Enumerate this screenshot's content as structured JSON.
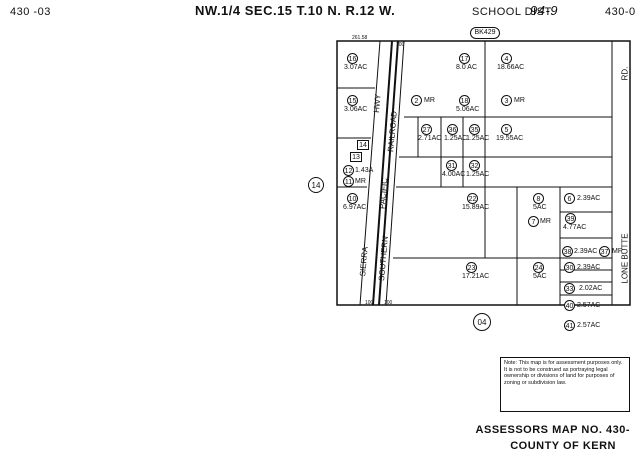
{
  "header": {
    "map_left": "430 -03",
    "title": "NW.1/4 SEC.15 T.10 N. R.12 W.",
    "school_dist_label": "SCHOOL DIST.",
    "school_dist_value": "94-9",
    "map_right": "430-0"
  },
  "book_ref": "BK429",
  "roads": {
    "highway": "HWY",
    "rail_1": "RAILROAD",
    "rail_2": "PACIFIC",
    "rail_3": "SOUTHERN",
    "rail_4": "SIERRA",
    "butte": "LONE BUTTE",
    "rd": "RD."
  },
  "adjacent": {
    "west": "14",
    "south": "04"
  },
  "dimensions": {
    "top_1": "261.58",
    "top_2": "100",
    "bottom_1": "100",
    "bottom_2": "100"
  },
  "parcels": [
    {
      "id": "16",
      "area": "3.07AC"
    },
    {
      "id": "15",
      "area": "3.06AC"
    },
    {
      "id": "14",
      "area": ""
    },
    {
      "id": "13",
      "area": ""
    },
    {
      "id": "12",
      "area": "1.43A"
    },
    {
      "id": "11",
      "area": "MR"
    },
    {
      "id": "10",
      "area": "6.97AC"
    },
    {
      "id": "17",
      "area": "8.0 AC"
    },
    {
      "id": "4",
      "area": "18.66AC"
    },
    {
      "id": "2",
      "area": "MR"
    },
    {
      "id": "18",
      "area": "5.06AC"
    },
    {
      "id": "3",
      "area": "MR"
    },
    {
      "id": "27",
      "area": "2.71AC"
    },
    {
      "id": "36",
      "area": "1.25AC"
    },
    {
      "id": "35",
      "area": "1.25AC"
    },
    {
      "id": "5",
      "area": "19.55AC"
    },
    {
      "id": "31",
      "area": "4.00AC"
    },
    {
      "id": "32",
      "area": "1.25AC"
    },
    {
      "id": "22",
      "area": "15.89AC"
    },
    {
      "id": "8",
      "area": "5AC"
    },
    {
      "id": "6",
      "area": "2.39AC"
    },
    {
      "id": "39",
      "area": "4.77AC"
    },
    {
      "id": "7",
      "area": "MR"
    },
    {
      "id": "38",
      "area": "2.39AC"
    },
    {
      "id": "37",
      "area": "MR"
    },
    {
      "id": "23",
      "area": "17.21AC"
    },
    {
      "id": "24",
      "area": "5AC"
    },
    {
      "id": "30",
      "area": "2.39AC"
    },
    {
      "id": "33",
      "area": "2.02AC"
    },
    {
      "id": "40",
      "area": "2.57AC"
    },
    {
      "id": "41",
      "area": "2.57AC"
    }
  ],
  "note": "Note: This map is for assessment purposes only. It is not to be construed as portraying legal ownership or divisions of land for purposes of zoning or subdivision law.",
  "footer": {
    "line1": "ASSESSORS MAP NO. 430-",
    "line2": "COUNTY OF KERN"
  }
}
